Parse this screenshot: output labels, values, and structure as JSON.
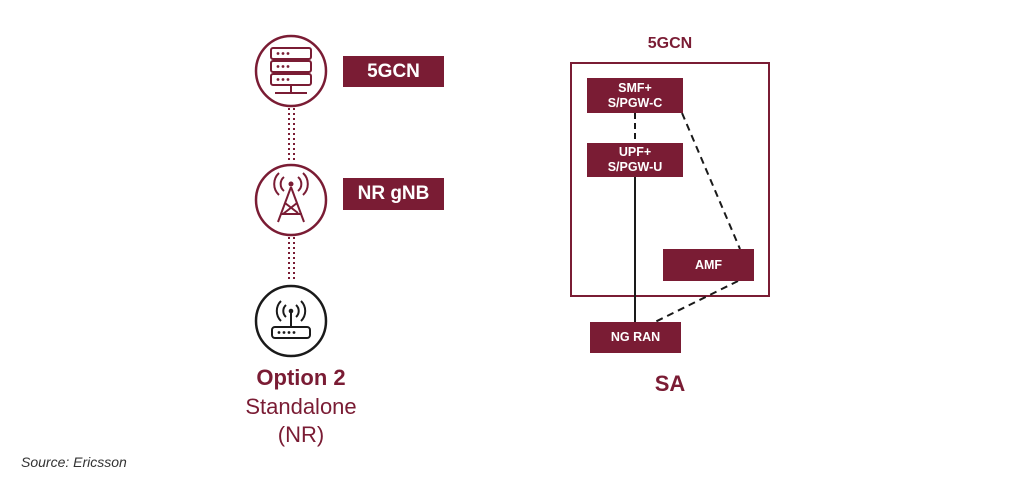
{
  "colors": {
    "accent": "#7a1c34",
    "black": "#1a1a1a"
  },
  "left": {
    "core_label": "5GCN",
    "ran_label": "NR gNB",
    "option_title": "Option 2",
    "option_line1": "Standalone",
    "option_line2": "(NR)",
    "icons": [
      "server-icon",
      "cell-tower-icon",
      "router-icon"
    ]
  },
  "right": {
    "core_title": "5GCN",
    "smf": "SMF+\nS/PGW-C",
    "upf": "UPF+\nS/PGW-U",
    "amf": "AMF",
    "ngran": "NG RAN",
    "caption": "SA"
  },
  "source": "Source: Ericsson"
}
